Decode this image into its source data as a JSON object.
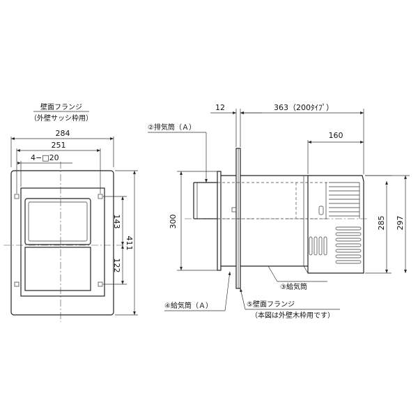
{
  "front_view": {
    "title": "壁面フランジ",
    "subtitle": "（外壁サッシ枠用）",
    "dim_width_outer": "284",
    "dim_width_inner": "251",
    "dim_holes": "4−□20",
    "dim_upper": "143",
    "dim_lower": "122",
    "dim_height": "411"
  },
  "side_view": {
    "dim_flange": "12",
    "dim_length": "363（200ﾀｲﾌﾟ）",
    "dim_hood": "160",
    "dim_height_left": "300",
    "dim_hood_height": "285",
    "dim_total_height": "297",
    "label_exhaust": "②排気筒（Ａ）",
    "label_supply_a": "④給気筒（Ａ）",
    "label_flange": "⑤壁面フランジ",
    "label_flange_note": "（本図は外壁木枠用です）",
    "label_supply": "③給気筒"
  }
}
